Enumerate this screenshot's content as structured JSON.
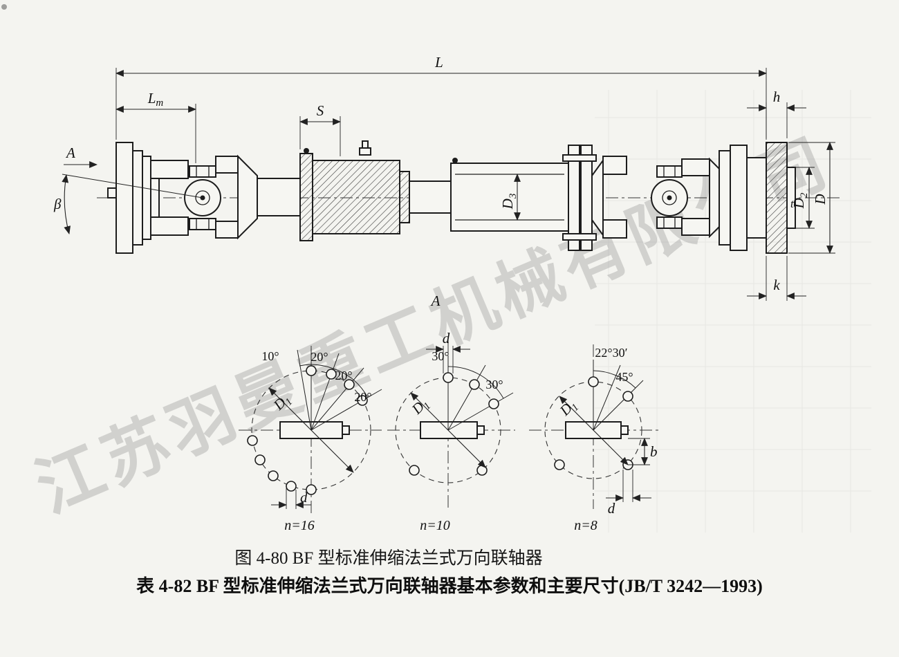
{
  "page": {
    "watermark": "江苏羽曼重工机械有限公司",
    "figure_caption": "图 4-80  BF 型标准伸缩法兰式万向联轴器",
    "table_caption": "表 4-82  BF 型标准伸缩法兰式万向联轴器基本参数和主要尺寸(JB/T 3242—1993)"
  },
  "dims": {
    "L": "L",
    "Lm_base": "L",
    "Lm_sub": "m",
    "S": "S",
    "h": "h",
    "k": "k",
    "t": "t",
    "D": "D",
    "D2_base": "D",
    "D2_sub": "2",
    "D3_base": "D",
    "D3_sub": "3",
    "beta": "β",
    "view_A": "A",
    "section_A": "A"
  },
  "bolt_circles": [
    {
      "n": "n=16",
      "a1": "10°",
      "a2": "20°",
      "a3": "20°",
      "a4": "20°",
      "D1_base": "D",
      "D1_sub": "1",
      "d": "d"
    },
    {
      "n": "n=10",
      "a1": "30°",
      "a2": "30°",
      "D1_base": "D",
      "D1_sub": "1",
      "d": "d"
    },
    {
      "n": "n=8",
      "a1": "22°30′",
      "a2": "45°",
      "D1_base": "D",
      "D1_sub": "1",
      "d": "d",
      "b": "b"
    }
  ]
}
